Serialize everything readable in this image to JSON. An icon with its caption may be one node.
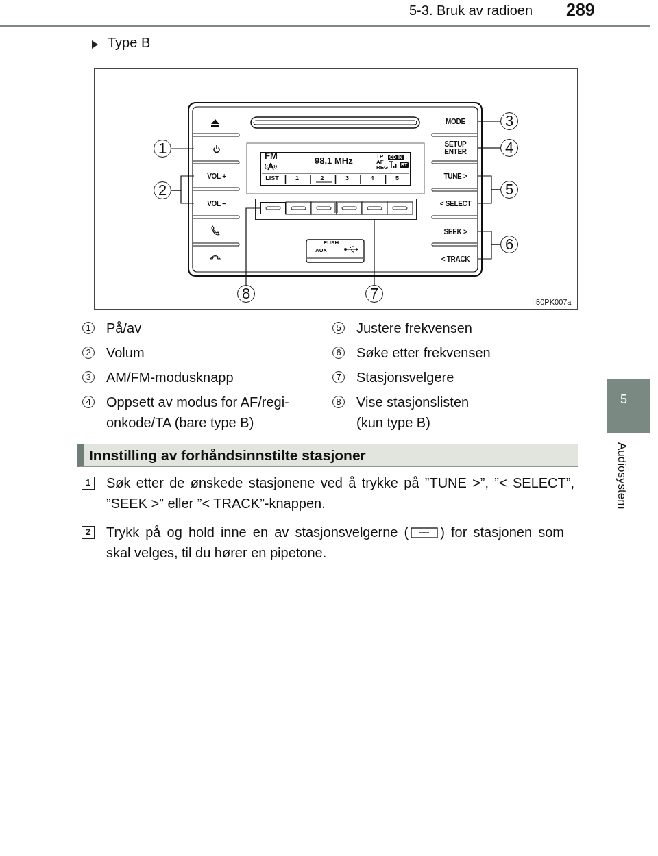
{
  "diagram": {
    "nodes": [
      {
        "text": [
          "1"
        ]
      },
      {
        "text": [],
        "shape": "box"
      },
      {
        "text": [
          "2"
        ]
      },
      {
        "text": [
          "VOL +"
        ]
      },
      {
        "text": [
          "VOL −"
        ]
      },
      {
        "text": [
          "3"
        ]
      },
      {
        "text": [
          "MODE"
        ]
      },
      {
        "text": [
          "4"
        ]
      },
      {
        "text": [
          "SETUP ENTER"
        ]
      },
      {
        "text": [
          "5"
        ]
      },
      {
        "text": [
          "TUNE >"
        ]
      },
      {
        "text": [
          "< SELECT"
        ]
      },
      {
        "text": [
          "6"
        ]
      },
      {
        "text": [
          "SEEK >"
        ]
      },
      {
        "text": [
          "< TRACK"
        ]
      },
      {
        "text": [
          "7"
        ]
      },
      {
        "text": [],
        "shape": "bar"
      },
      {
        "text": [
          "8"
        ]
      },
      {
        "text": [],
        "shape": "box",
        "in": 16
      }
    ],
    "edges": [
      {
        "from": 0,
        "to": 1,
        "arrow": "none"
      },
      {
        "from": 2,
        "to": 3,
        "arrow": "none"
      },
      {
        "from": 2,
        "to": 4,
        "arrow": "none"
      },
      {
        "from": 5,
        "to": 6,
        "arrow": "none"
      },
      {
        "from": 7,
        "to": 8,
        "arrow": "none"
      },
      {
        "from": 9,
        "to": 10,
        "arrow": "none"
      },
      {
        "from": 9,
        "to": 11,
        "arrow": "none"
      },
      {
        "from": 12,
        "to": 13,
        "arrow": "none"
      },
      {
        "from": 12,
        "to": 14,
        "arrow": "none"
      },
      {
        "from": 15,
        "to": 16,
        "arrow": "none"
      },
      {
        "from": 17,
        "to": 18,
        "arrow": "none"
      }
    ],
    "labels": [
      "5-3. Bruk av radioen",
      "289",
      "Type B",
      "FM",
      "98.1 MHz",
      "TP",
      "AF",
      "REG",
      "CD IN",
      "BT",
      "LIST",
      "1",
      "2",
      "3",
      "4",
      "5",
      "PUSH",
      "AUX",
      "II50PK007a",
      "1",
      "På/av",
      "5",
      "Justere frekvensen",
      "2",
      "Volum",
      "6",
      "Søke etter frekvensen",
      "3",
      "AM/FM-modusknapp",
      "7",
      "Stasjonsvelgere",
      "4",
      "Oppsett av modus for AF/regi- onkode/TA (bare type B)",
      "8",
      "Vise stasjonslisten (kun type B)",
      "Innstilling av forhåndsinnstilte stasjoner",
      "1",
      "Søk etter de ønskede stasjonene ved å trykke på ”TUNE >”, ”< SELECT”, ”SEEK >” eller ”< TRACK”-knappen.",
      "2",
      "Trykk på og hold inne en av stasjonsvelgerne (",
      ") for stasjonen som skal velges, til du hører en pipetone.",
      "5",
      "Audiosystem"
    ]
  }
}
